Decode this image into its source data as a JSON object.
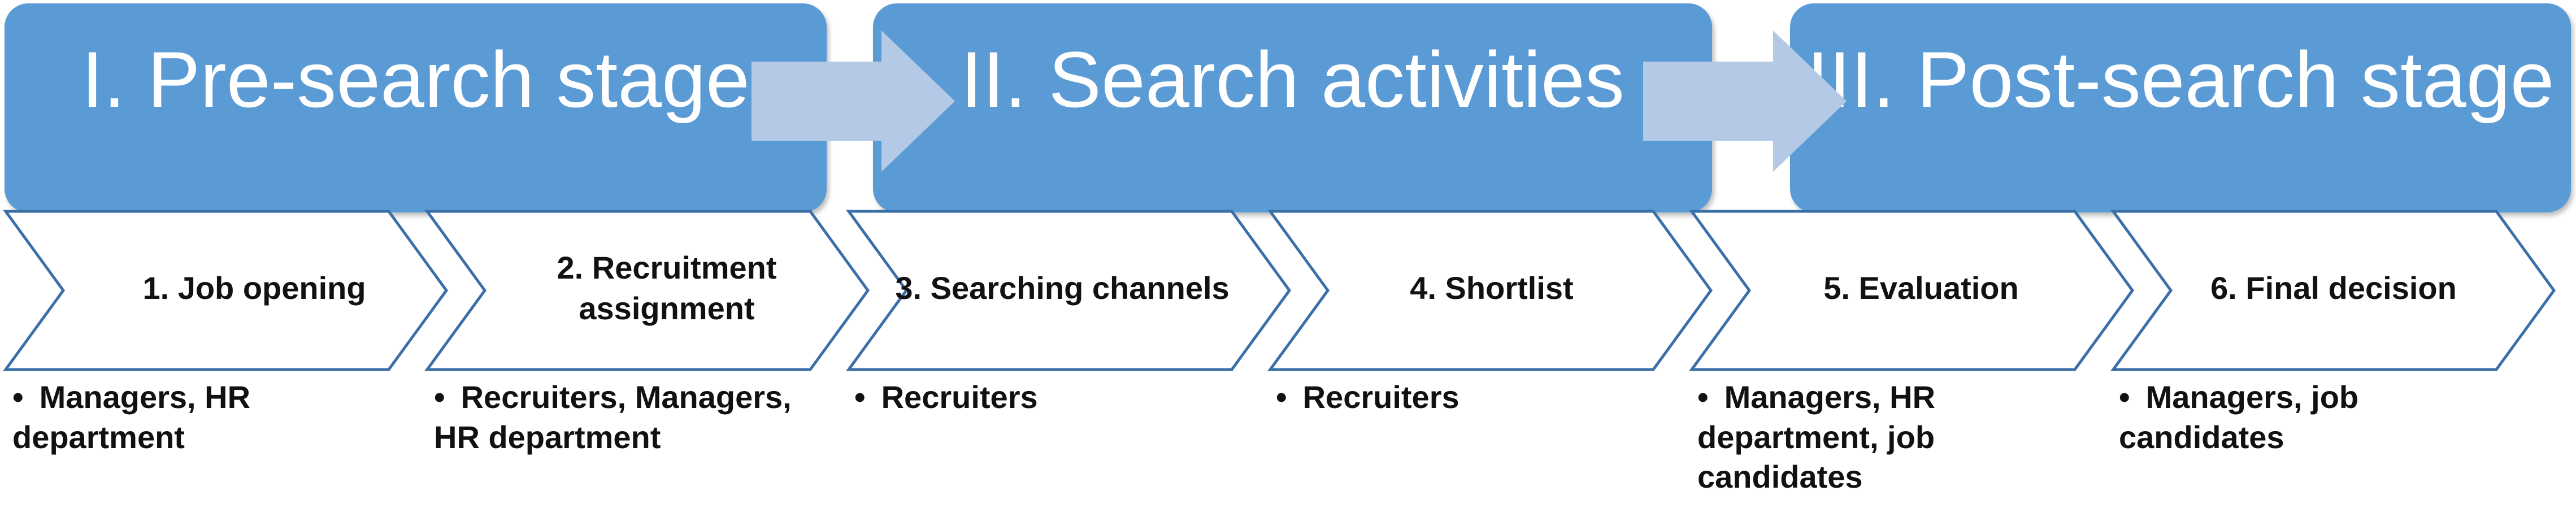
{
  "stages": [
    {
      "label": "I. Pre-search stage"
    },
    {
      "label": "II. Search activities"
    },
    {
      "label": "III. Post-search stage"
    }
  ],
  "steps": [
    {
      "label": "1. Job opening",
      "role": "Managers, HR department"
    },
    {
      "label": "2. Recruitment assignment",
      "role": "Recruiters, Managers, HR department"
    },
    {
      "label": "3. Searching channels",
      "role": "Recruiters"
    },
    {
      "label": "4. Shortlist",
      "role": "Recruiters"
    },
    {
      "label": "5. Evaluation",
      "role": "Managers, HR department, job candidates"
    },
    {
      "label": "6. Final decision",
      "role": "Managers, job candidates"
    }
  ],
  "bullet_char": "•",
  "colors": {
    "stage_fill": "#5b9bd5",
    "stage_text": "#ffffff",
    "transition_arrow": "#b4c9e5",
    "chevron_stroke": "#3a6fa8",
    "chevron_fill": "#ffffff",
    "text": "#111111"
  }
}
